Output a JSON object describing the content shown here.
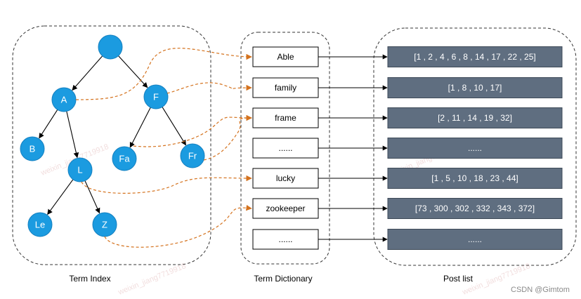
{
  "tree": {
    "nodes": [
      {
        "id": "root",
        "label": ""
      },
      {
        "id": "A",
        "label": "A"
      },
      {
        "id": "F",
        "label": "F"
      },
      {
        "id": "B",
        "label": "B"
      },
      {
        "id": "L",
        "label": "L"
      },
      {
        "id": "Fa",
        "label": "Fa"
      },
      {
        "id": "Fr",
        "label": "Fr"
      },
      {
        "id": "Le",
        "label": "Le"
      },
      {
        "id": "Z",
        "label": "Z"
      }
    ],
    "edges": [
      [
        "root",
        "A"
      ],
      [
        "root",
        "F"
      ],
      [
        "A",
        "B"
      ],
      [
        "A",
        "L"
      ],
      [
        "F",
        "Fa"
      ],
      [
        "F",
        "Fr"
      ],
      [
        "L",
        "Le"
      ],
      [
        "L",
        "Z"
      ]
    ],
    "node_color": "#1b9be0"
  },
  "dictionary": {
    "terms": [
      "Able",
      "family",
      "frame",
      "......",
      "lucky",
      "zookeeper",
      "......"
    ]
  },
  "postings": {
    "lists": [
      "[1 , 2 , 4 , 6 , 8 , 14 , 17 , 22 , 25]",
      "[1 , 8 , 10 , 17]",
      "[2 , 11 , 14 , 19 , 32]",
      "......",
      "[1 , 5 , 10 , 18 , 23 , 44]",
      "[73 , 300 , 302 , 332 , 343 , 372]",
      "......"
    ],
    "box_color": "#5f6e80"
  },
  "links": [
    {
      "from": "A",
      "to": "Able"
    },
    {
      "from": "F",
      "to": "family"
    },
    {
      "from": "Fa",
      "to": "frame"
    },
    {
      "from": "Fr",
      "to": "frame"
    },
    {
      "from": "L",
      "to": "lucky"
    },
    {
      "from": "Z",
      "to": "zookeeper"
    }
  ],
  "link_color": "#d4721e",
  "captions": {
    "term_index": "Term Index",
    "term_dictionary": "Term Dictionary",
    "post_list": "Post list"
  },
  "watermark": "weixin_jiang7719918",
  "credit": "CSDN @Gimtom"
}
